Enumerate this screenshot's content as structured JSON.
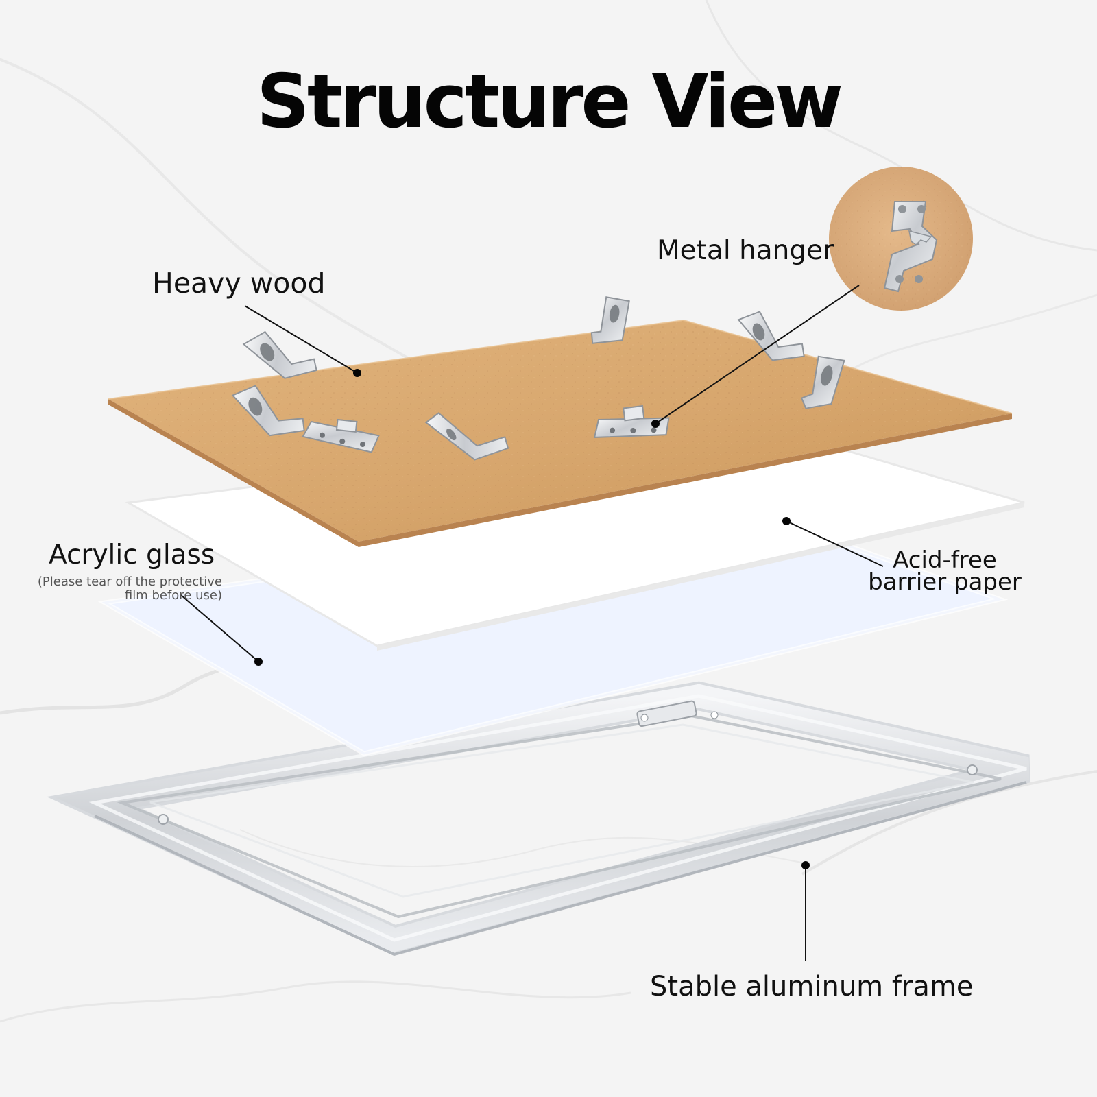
{
  "title": "Structure View",
  "labels": {
    "heavy_wood": "Heavy wood",
    "metal_hanger": "Metal hanger",
    "acrylic_glass": "Acrylic glass",
    "acrylic_note": "(Please tear off the protective film before use)",
    "acid_free_barrier_paper": "Acid-free barrier paper",
    "stable_aluminum_frame": "Stable aluminum frame"
  },
  "colors": {
    "background": "#f4f4f4",
    "text": "#050505",
    "wood": "#d8aa74",
    "aluminum": "#d8dadd",
    "acrylic": "#edf2ff"
  }
}
